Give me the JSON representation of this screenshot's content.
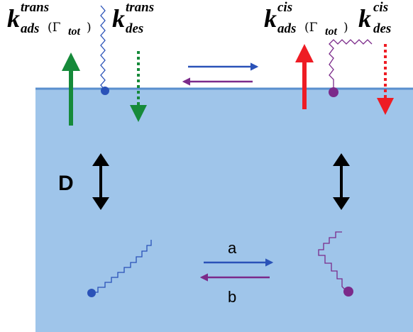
{
  "labels": {
    "k": "k",
    "trans_sup": "trans",
    "cis_sup": "cis",
    "ads_sub": "ads",
    "des_sub": "des",
    "gamma_open": "(Γ",
    "gamma_sub": "tot",
    "gamma_close": ")",
    "diffusion": "D",
    "forward": "a",
    "backward": "b"
  },
  "colors": {
    "water": "#9fc5ea",
    "surface": "#5a8fce",
    "trans_molecule": "#2a52b8",
    "cis_molecule": "#7b2a8a",
    "forward_arrow": "#2a52b8",
    "backward_arrow": "#7b2a8a",
    "trans_adsorption": "#168a3a",
    "trans_desorption": "#168a3a",
    "cis_adsorption": "#ee1c24",
    "cis_desorption": "#ee1c24",
    "diffusion_arrow": "#000000"
  },
  "icons": {
    "up_arrow": "arrow-up-icon",
    "down_dashed_arrow": "dashed-arrow-down-icon",
    "double_arrow": "double-headed-arrow-icon",
    "equilibrium": "equilibrium-arrows-icon"
  }
}
